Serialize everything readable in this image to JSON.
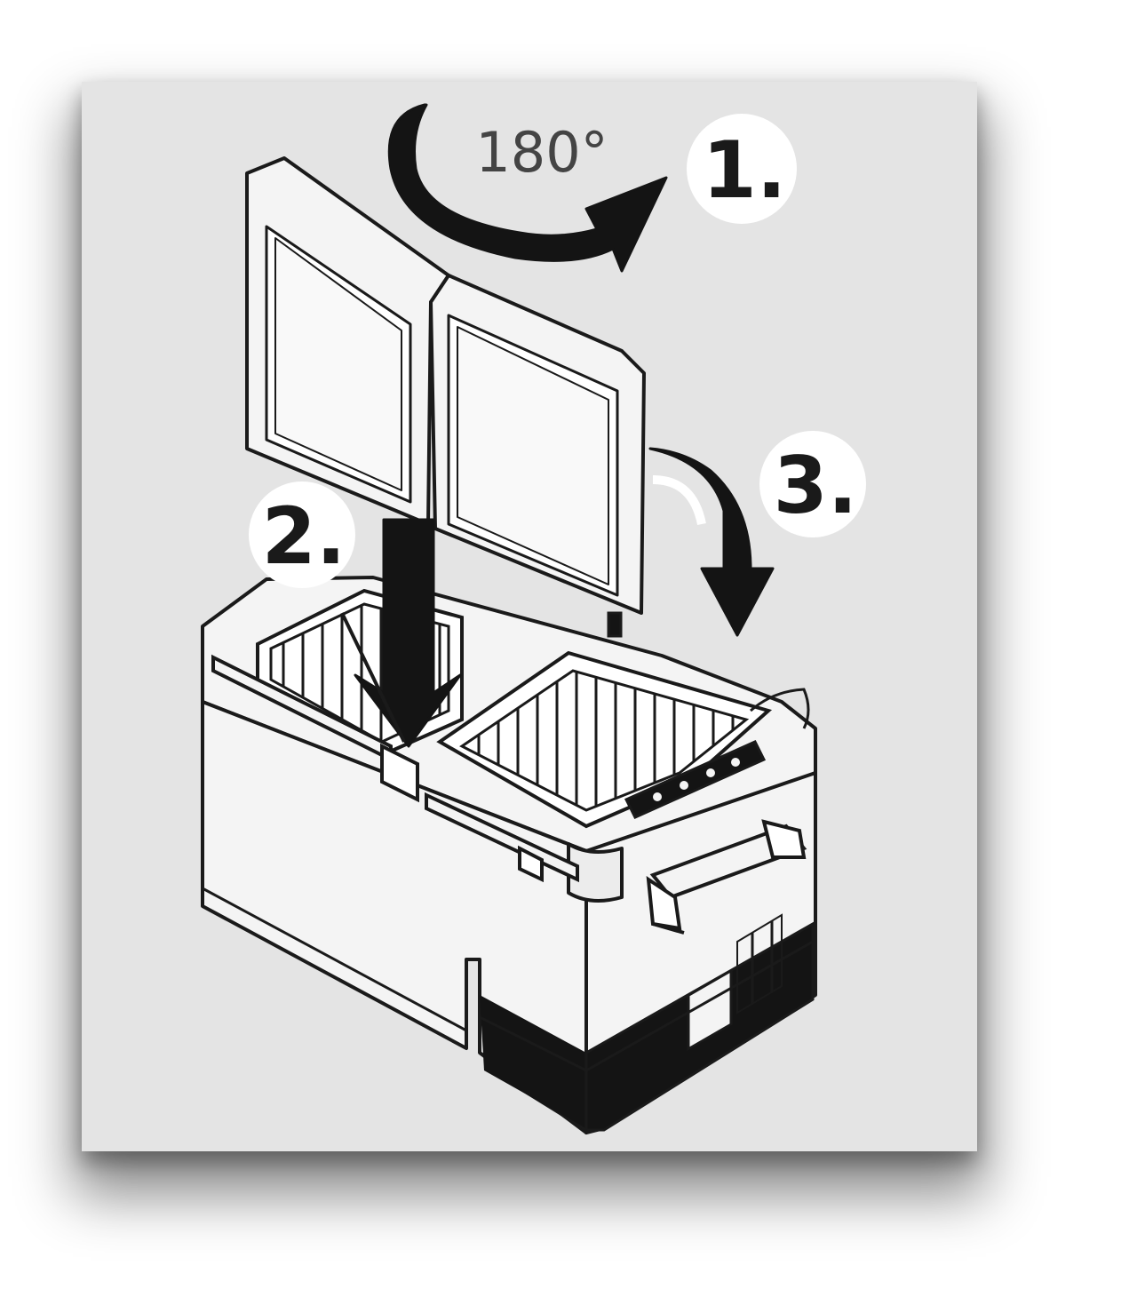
{
  "illustration": {
    "rotation_label": "180°",
    "steps": [
      {
        "label": "1."
      },
      {
        "label": "2."
      },
      {
        "label": "3."
      }
    ],
    "colors": {
      "background_panel": "#e4e4e4",
      "line": "#1a1a1a",
      "fill_light": "#f4f4f4",
      "fill_dark": "#141414"
    }
  }
}
